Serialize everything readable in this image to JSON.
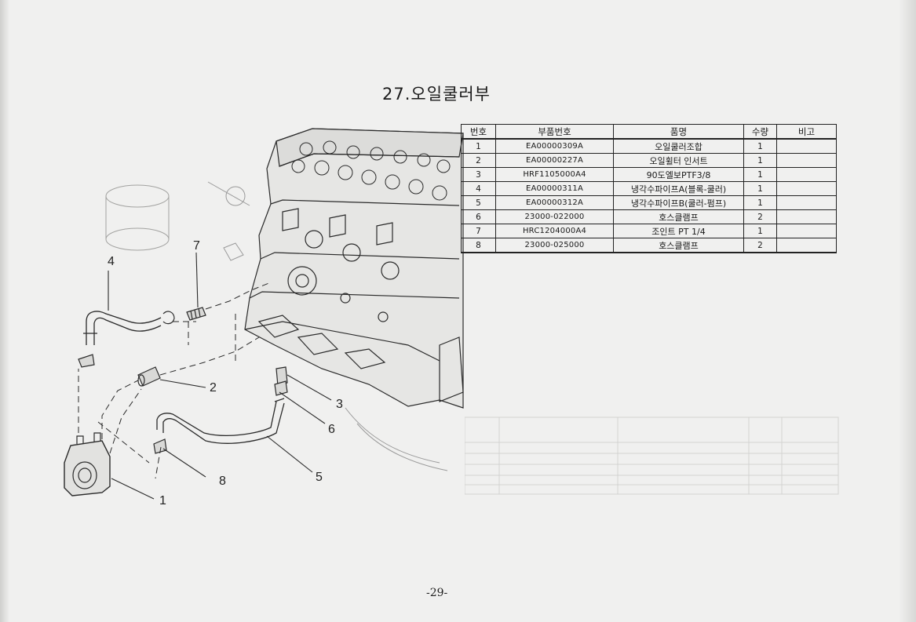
{
  "page": {
    "title": "27.오일쿨러부",
    "number": "-29-"
  },
  "table": {
    "headers": [
      "번호",
      "부품번호",
      "품명",
      "수량",
      "비고"
    ],
    "rows": [
      {
        "no": "1",
        "part": "EA00000309A",
        "name": "오일쿨러조합",
        "qty": "1",
        "note": ""
      },
      {
        "no": "2",
        "part": "EA00000227A",
        "name": "오일휠터 인서트",
        "qty": "1",
        "note": ""
      },
      {
        "no": "3",
        "part": "HRF1105000A4",
        "name": "90도엘보PTF3/8",
        "qty": "1",
        "note": ""
      },
      {
        "no": "4",
        "part": "EA00000311A",
        "name": "냉각수파이프A(블록-쿨러)",
        "qty": "1",
        "note": ""
      },
      {
        "no": "5",
        "part": "EA00000312A",
        "name": "냉각수파이프B(쿨러-펌프)",
        "qty": "1",
        "note": ""
      },
      {
        "no": "6",
        "part": "23000-022000",
        "name": "호스클램프",
        "qty": "2",
        "note": ""
      },
      {
        "no": "7",
        "part": "HRC1204000A4",
        "name": "조인트 PT 1/4",
        "qty": "1",
        "note": ""
      },
      {
        "no": "8",
        "part": "23000-025000",
        "name": "호스클램프",
        "qty": "2",
        "note": ""
      }
    ]
  },
  "diagram": {
    "callouts": [
      "1",
      "2",
      "3",
      "4",
      "5",
      "6",
      "7",
      "8"
    ],
    "line_color": "#2a2a2a"
  }
}
